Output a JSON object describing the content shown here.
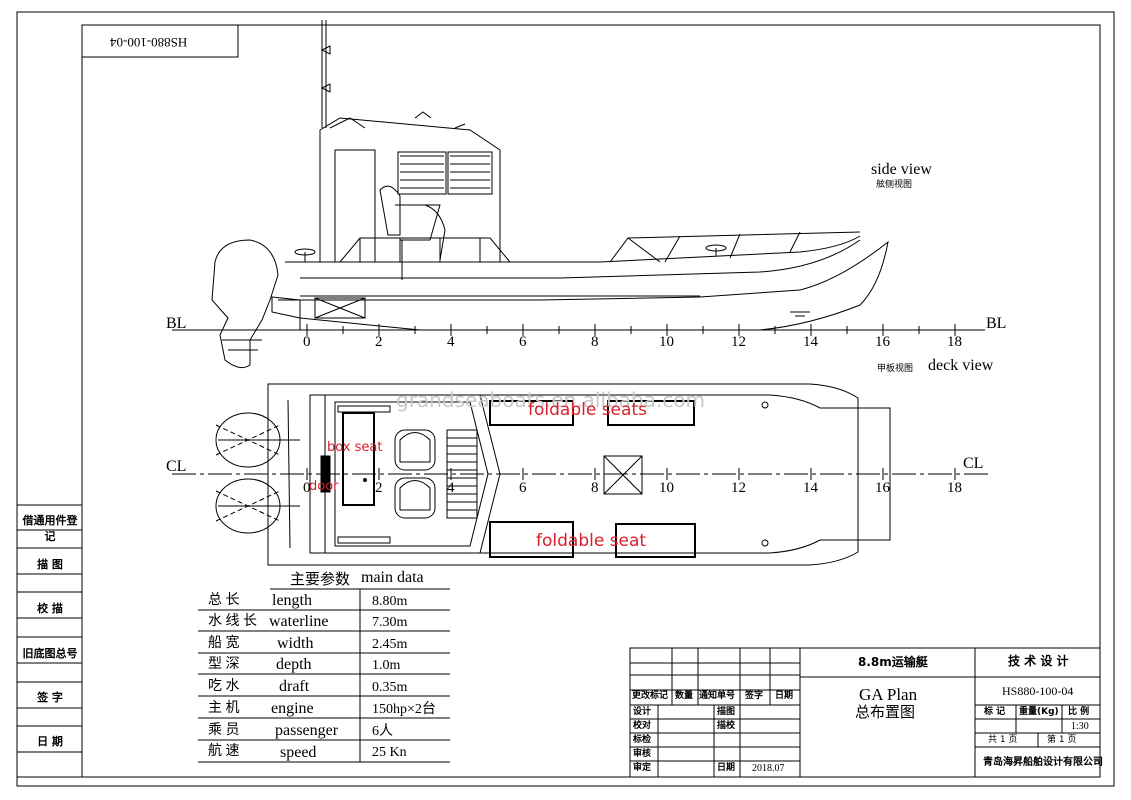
{
  "drawing_number": "HS880-100-04",
  "views": {
    "side_view_en": "side view",
    "side_view_cn": "舷侧视图",
    "deck_view_en": "deck view",
    "deck_view_cn": "甲板视图",
    "baseline_label": "BL",
    "centerline_label": "CL"
  },
  "axis_ticks": [
    "0",
    "2",
    "4",
    "6",
    "8",
    "10",
    "12",
    "14",
    "16",
    "18"
  ],
  "watermark": "grandseaboats.en.alibaba.com",
  "annotations": {
    "foldable_seats": "foldable seats",
    "foldable_seat": "foldable seat",
    "box_seat": "box seat",
    "door": "door"
  },
  "main_data": {
    "title_cn": "主要参数",
    "title_en": "main data",
    "rows": [
      {
        "cn": "总    长",
        "en": "length",
        "value": "8.80m"
      },
      {
        "cn": "水 线 长",
        "en": "waterline",
        "value": "7.30m"
      },
      {
        "cn": "船    宽",
        "en": "width",
        "value": "2.45m"
      },
      {
        "cn": "型    深",
        "en": "depth",
        "value": "1.0m"
      },
      {
        "cn": "吃    水",
        "en": "draft",
        "value": "0.35m"
      },
      {
        "cn": "主    机",
        "en": "engine",
        "value": "150hp×2台"
      },
      {
        "cn": "乘    员",
        "en": "passenger",
        "value": "6人"
      },
      {
        "cn": "航    速",
        "en": "speed",
        "value": "25 Kn"
      }
    ]
  },
  "left_strip": [
    "借通用件登记",
    "描  图",
    "校  描",
    "旧底图总号",
    "签  字",
    "日  期"
  ],
  "title_block": {
    "project": "8.8m运输艇",
    "tech_design": "技 术 设 计",
    "drawing_name_en": "GA Plan",
    "drawing_name_cn": "总布置图",
    "drawing_no": "HS880-100-04",
    "col_mark": "标  记",
    "col_weight": "重量(Kg)",
    "col_scale": "比 例",
    "scale": "1:30",
    "sheets_total": "共  1  页",
    "sheet_no": "第  1  页",
    "company": "青岛海昇船舶设计有限公司",
    "rev_headers": [
      "更改标记",
      "数量",
      "通知单号",
      "签字",
      "日期"
    ],
    "roles": [
      "设计",
      "校对",
      "标检",
      "审核",
      "审定"
    ],
    "roles2": [
      "描图",
      "描校",
      "",
      "",
      "日期"
    ],
    "date": "2018.07"
  }
}
